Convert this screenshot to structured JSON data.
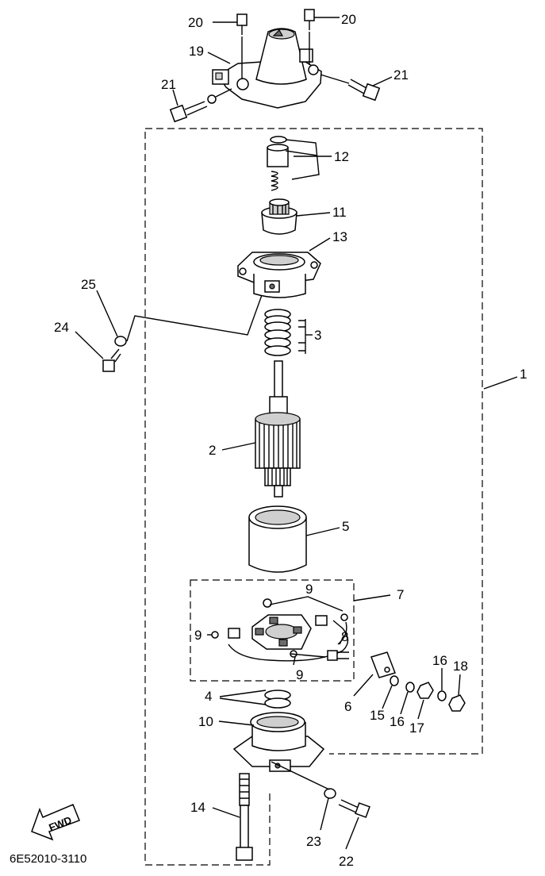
{
  "diagram_code": "6E52010-3110",
  "fwd_label": "FWD",
  "callouts": {
    "c1": "1",
    "c2": "2",
    "c3": "3",
    "c4": "4",
    "c5": "5",
    "c6": "6",
    "c7": "7",
    "c8": "8",
    "c9a": "9",
    "c9b": "9",
    "c9c": "9",
    "c10": "10",
    "c11": "11",
    "c12": "12",
    "c13": "13",
    "c14": "14",
    "c15": "15",
    "c16a": "16",
    "c16b": "16",
    "c17": "17",
    "c18": "18",
    "c19": "19",
    "c20a": "20",
    "c20b": "20",
    "c21a": "21",
    "c21b": "21",
    "c22": "22",
    "c23": "23",
    "c24": "24",
    "c25": "25"
  }
}
